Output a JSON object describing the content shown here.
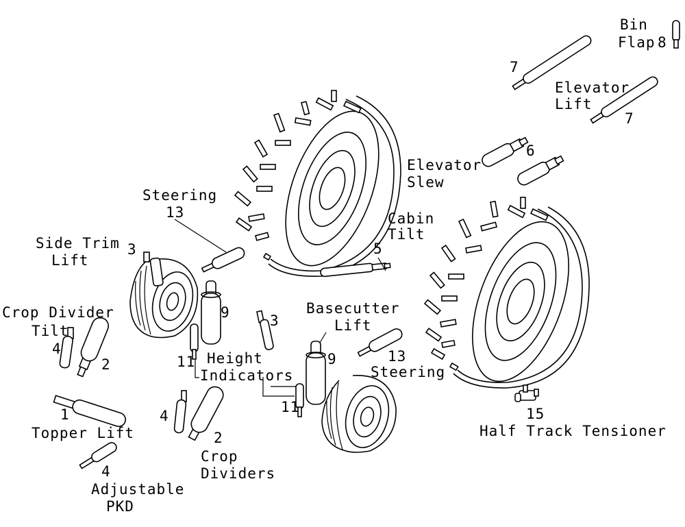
{
  "labels": {
    "bin_flap": [
      "Bin",
      "Flap"
    ],
    "elevator_lift": [
      "Elevator",
      "Lift"
    ],
    "elevator_slew": [
      "Elevator",
      "Slew"
    ],
    "steering_top": "Steering",
    "cabin_tilt": [
      "Cabin",
      "Tilt"
    ],
    "side_trim_lift": [
      "Side Trim",
      "Lift"
    ],
    "crop_divider_tilt": [
      "Crop Divider",
      "Tilt"
    ],
    "height_indicators": [
      "Height",
      "Indicators"
    ],
    "basecutter_lift": [
      "Basecutter",
      "Lift"
    ],
    "steering_bottom": "Steering",
    "topper_lift": "Topper Lift",
    "crop_dividers": [
      "Crop",
      "Dividers"
    ],
    "adjustable_pkd": [
      "Adjustable",
      "PKD"
    ],
    "half_track_tensioner": "Half Track Tensioner"
  },
  "numbers": {
    "n8": "8",
    "n7a": "7",
    "n7b": "7",
    "n6": "6",
    "n13a": "13",
    "n5": "5",
    "n3a": "3",
    "n9a": "9",
    "n3b": "3",
    "n4a": "4",
    "n2a": "2",
    "n11a": "11",
    "n9b": "9",
    "n13b": "13",
    "n11b": "11",
    "n15": "15",
    "n1": "1",
    "n4b": "4",
    "n2b": "2",
    "n4c": "4"
  }
}
